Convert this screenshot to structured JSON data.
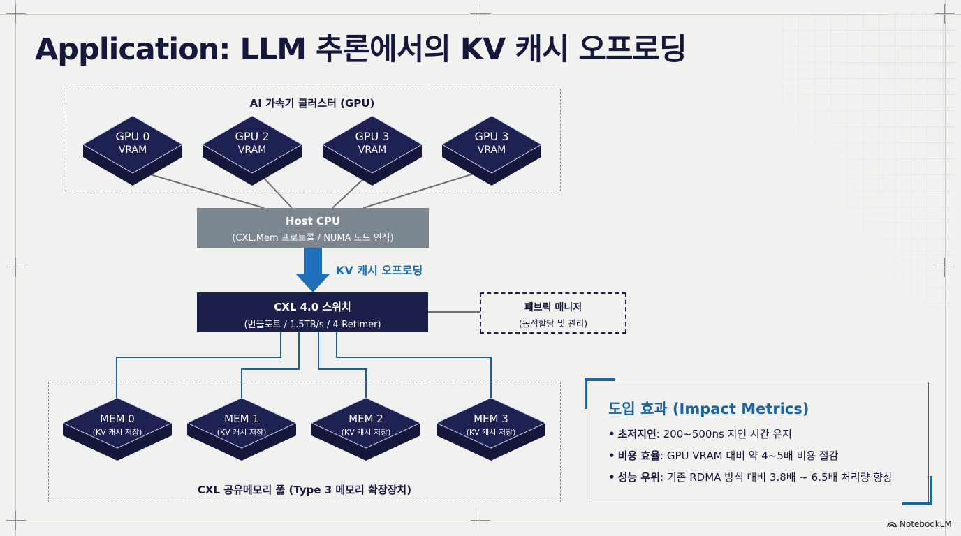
{
  "title": "Application: LLM 추론에서의 KV 캐시 오프로딩",
  "gpu_cluster": {
    "label": "AI 가속기 클러스터 (GPU)",
    "chips": [
      {
        "name": "GPU 0",
        "sub": "VRAM"
      },
      {
        "name": "GPU 2",
        "sub": "VRAM"
      },
      {
        "name": "GPU 3",
        "sub": "VRAM"
      },
      {
        "name": "GPU 3",
        "sub": "VRAM"
      }
    ]
  },
  "host_cpu": {
    "title": "Host CPU",
    "sub": "(CXL.Mem 프로토콜 / NUMA 노드 인식)"
  },
  "offload_label": "KV 캐시 오프로딩",
  "cxl_switch": {
    "title": "CXL 4.0 스위치",
    "sub": "(번들포트 / 1.5TB/s / 4-Retimer)"
  },
  "fabric_manager": {
    "title": "패브릭 매니저",
    "sub": "(동적할당 및 관리)"
  },
  "memory_pool": {
    "label": "CXL 공유메모리 풀 (Type 3 메모리 확장장치)",
    "chips": [
      {
        "name": "MEM 0",
        "sub": "(KV 캐시 저장)"
      },
      {
        "name": "MEM 1",
        "sub": "(KV 캐시 저장)"
      },
      {
        "name": "MEM 2",
        "sub": "(KV 캐시 저장)"
      },
      {
        "name": "MEM 3",
        "sub": "(KV 캐시 저장)"
      }
    ]
  },
  "impact": {
    "title": "도입 효과 (Impact Metrics)",
    "items": [
      {
        "label": "초저지연",
        "text": ": 200~500ns 지연 시간 유지"
      },
      {
        "label": "비용 효율",
        "text": ": GPU VRAM 대비 약 4~5배 비용 절감"
      },
      {
        "label": "성능 우위",
        "text": ": 기존 RDMA 방식 대비 3.8배 ~ 6.5배 처리량 향상"
      }
    ]
  },
  "brand": "NotebookLM",
  "colors": {
    "chip_fill": "#1b1f4a",
    "accent_blue": "#1a64a6",
    "host_gray": "#7c868f",
    "background": "#f1f1ef"
  }
}
